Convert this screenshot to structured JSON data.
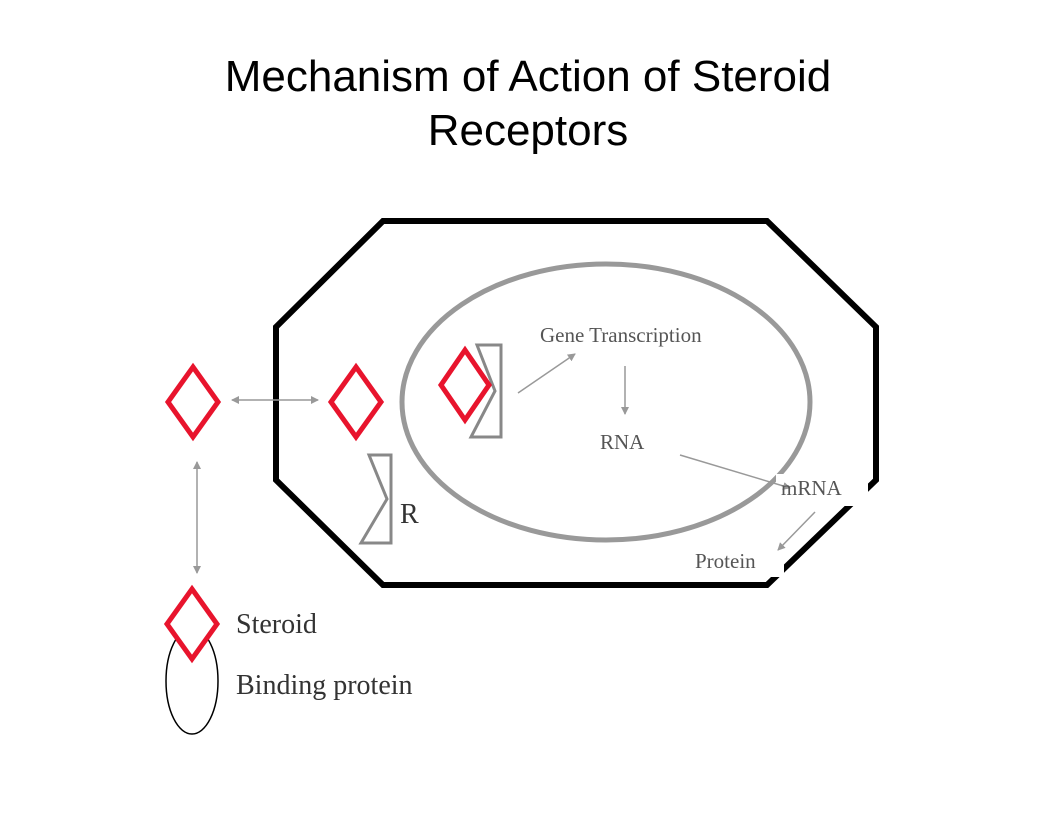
{
  "title": {
    "line1": "Mechanism of Action of Steroid",
    "line2": "Receptors"
  },
  "labels": {
    "gene_transcription": "Gene Transcription",
    "rna": "RNA",
    "mrna": "mRNA",
    "protein": "Protein",
    "receptor": "R"
  },
  "legend": {
    "steroid": "Steroid",
    "binding_protein": "Binding protein"
  },
  "colors": {
    "steroid": "#e8142d",
    "cell_membrane": "#000000",
    "nucleus": "#999999",
    "receptor": "#888888",
    "arrows": "#999999"
  }
}
